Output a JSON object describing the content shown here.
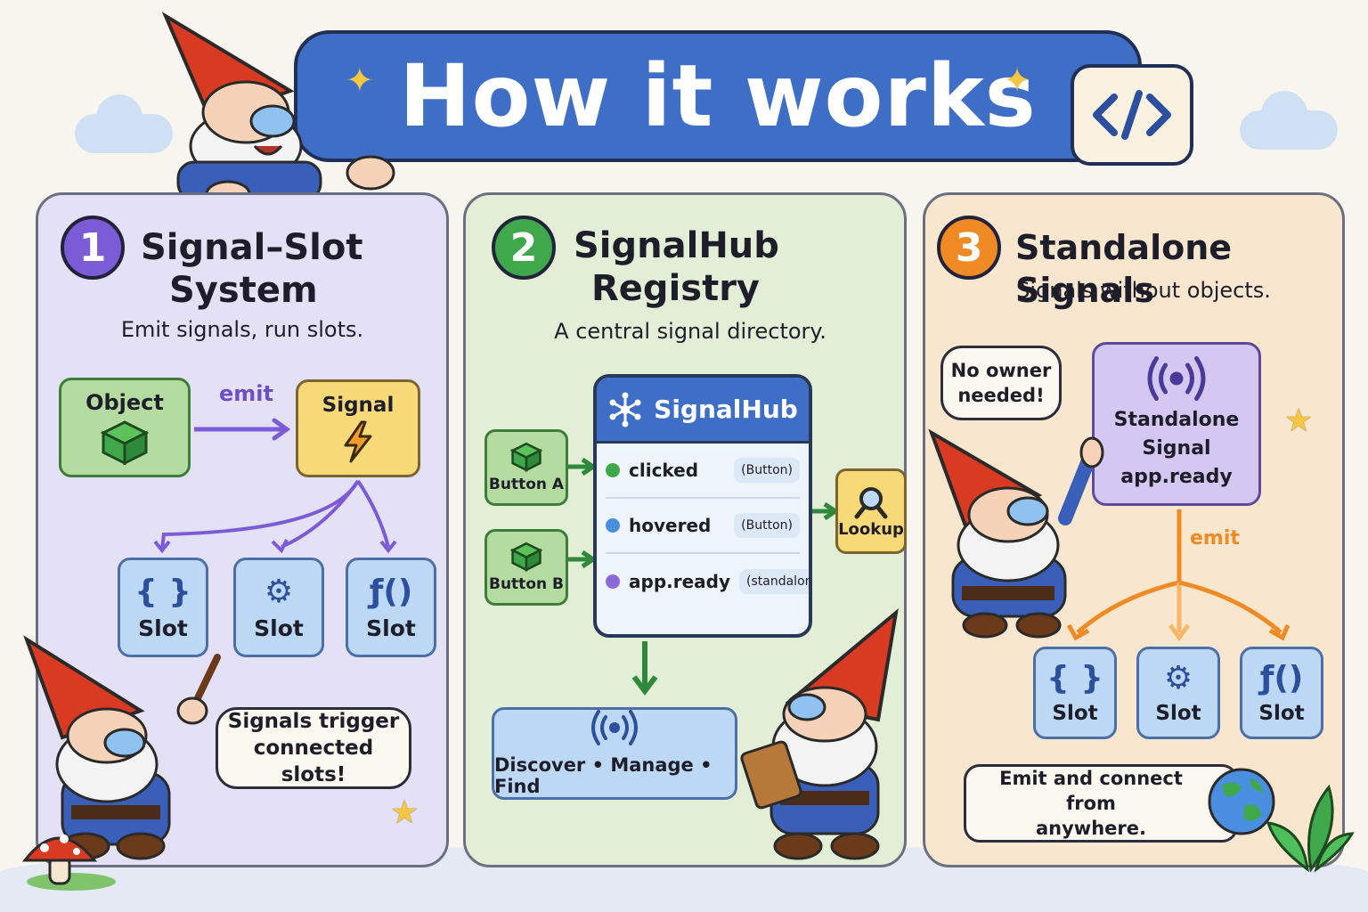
{
  "banner": {
    "title": "How it works"
  },
  "colors": {
    "purple": "#7b5cd6",
    "green": "#3ea84a",
    "orange": "#f08a24",
    "blue": "#3e6ec5"
  },
  "panels": [
    {
      "number": "1",
      "title_line1": "Signal–Slot",
      "title_line2": "System",
      "subtitle": "Emit signals, run slots.",
      "object_label": "Object",
      "emit_label": "emit",
      "signal_label": "Signal",
      "slots": [
        {
          "icon": "{ }",
          "icon_name": "braces-icon",
          "label": "Slot"
        },
        {
          "icon": "⚙",
          "icon_name": "gear-icon",
          "label": "Slot"
        },
        {
          "icon": "ƒ()",
          "icon_name": "function-icon",
          "label": "Slot"
        }
      ],
      "bubble_line1": "Signals trigger",
      "bubble_line2": "connected slots!"
    },
    {
      "number": "2",
      "title_line1": "SignalHub",
      "title_line2": "Registry",
      "subtitle": "A central signal directory.",
      "button_a": "Button A",
      "button_b": "Button B",
      "hub_title": "SignalHub",
      "registry": [
        {
          "name": "clicked",
          "tag": "(Button)",
          "color": "#3ea84a"
        },
        {
          "name": "hovered",
          "tag": "(Button)",
          "color": "#4a8ee0"
        },
        {
          "name": "app.ready",
          "tag": "(standalone)",
          "color": "#8a6ad8"
        }
      ],
      "lookup_label": "Lookup",
      "discover_label": "Discover • Manage • Find"
    },
    {
      "number": "3",
      "title": "Standalone Signals",
      "subtitle": "Signals without objects.",
      "bubble_line1": "No owner",
      "bubble_line2": "needed!",
      "standalone_line1": "Standalone",
      "standalone_line2": "Signal",
      "standalone_line3": "app.ready",
      "emit_label": "emit",
      "slots": [
        {
          "icon": "{ }",
          "icon_name": "braces-icon",
          "label": "Slot"
        },
        {
          "icon": "⚙",
          "icon_name": "gear-icon",
          "label": "Slot"
        },
        {
          "icon": "ƒ()",
          "icon_name": "function-icon",
          "label": "Slot"
        }
      ],
      "footer_line1": "Emit and connect from",
      "footer_line2": "anywhere."
    }
  ]
}
